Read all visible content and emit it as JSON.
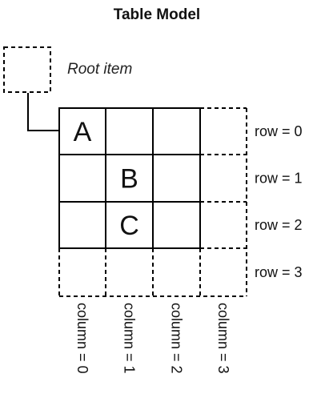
{
  "title": "Table Model",
  "root_label": "Root item",
  "cells": [
    {
      "text": "A",
      "row": 0,
      "col": 0
    },
    {
      "text": "B",
      "row": 1,
      "col": 1
    },
    {
      "text": "C",
      "row": 2,
      "col": 1
    }
  ],
  "rows": [
    "row = 0",
    "row = 1",
    "row = 2",
    "row = 3"
  ],
  "columns": [
    "column = 0",
    "column = 1",
    "column = 2",
    "column = 3"
  ]
}
